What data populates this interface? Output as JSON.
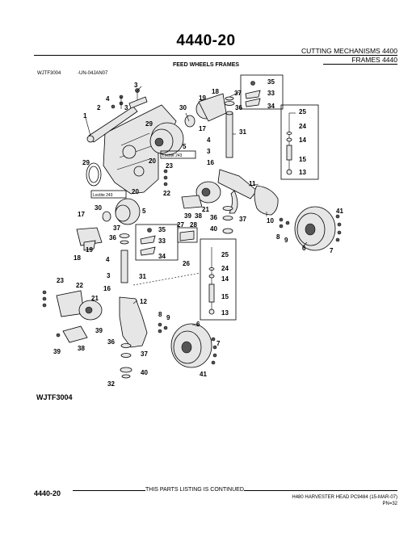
{
  "header": {
    "page_title": "4440-20",
    "section": "CUTTING MECHANISMS 4400",
    "subsection": "FRAMES 4440",
    "subtitle": "FEED WHEELS FRAMES"
  },
  "figure": {
    "id": "WJTF3004",
    "date": "-UN-04JAN07",
    "caption": "WJTF3004",
    "annotations": [
      "Loctite 243",
      "Loctite 243"
    ],
    "callouts": [
      "1",
      "2",
      "3",
      "4",
      "5",
      "6",
      "7",
      "8",
      "9",
      "10",
      "11",
      "12",
      "13",
      "14",
      "15",
      "16",
      "17",
      "18",
      "19",
      "20",
      "21",
      "22",
      "23",
      "24",
      "25",
      "26",
      "27",
      "28",
      "29",
      "30",
      "31",
      "32",
      "33",
      "34",
      "35",
      "36",
      "37",
      "38",
      "39",
      "40",
      "41"
    ]
  },
  "footer": {
    "page_ref": "4440-20",
    "continued": "THIS PARTS LISTING IS CONTINUED",
    "info": "H480 HARVESTER HEAD   PC9484   (15-MAR-07)",
    "pn": "PN=32"
  }
}
